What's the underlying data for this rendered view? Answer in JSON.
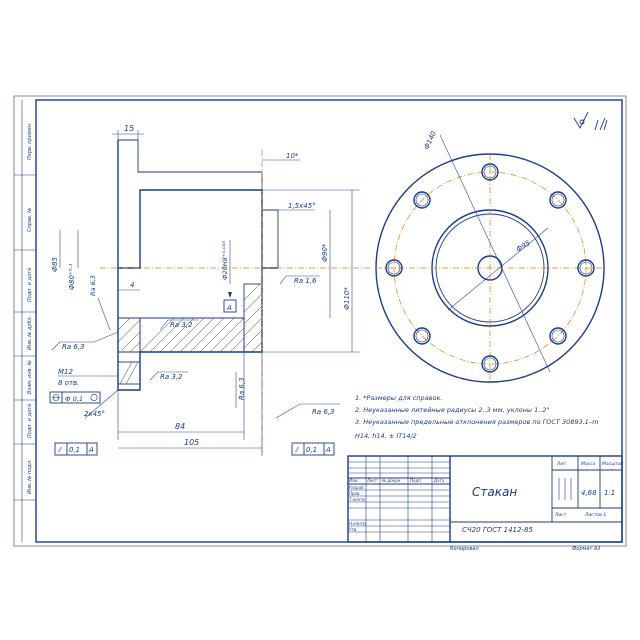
{
  "sidebar_labels": [
    "Перв. примен.",
    "Справ. №",
    "Подп. и дата",
    "Инв. № дубл.",
    "Взам. инв. №",
    "Подп. и дата",
    "Инв. № подл."
  ],
  "roughness_mark": "√(√)",
  "dims": {
    "d15": "15",
    "d10": "10*",
    "chamfer15": "1,5x45°",
    "d85": "Ф85",
    "d80": "Ф80⁺⁰·¹",
    "ra63a": "Ra 6,3",
    "d4": "4",
    "d20h8": "Ф20H8⁺⁰·⁰³³",
    "ra16": "Ra 1,6",
    "d90": "Ф90*",
    "d110": "Ф110*",
    "datumA": "A",
    "ra32a": "Ra 3,2",
    "ra63b": "Ra 6,3",
    "m12": "M12",
    "holes": "8 отв.",
    "pos": "Ф 0,1",
    "ra32b": "Ra 3,2",
    "chamfer2": "2x45°",
    "ra63c": "Ra 6,3",
    "ra63d": "Ra 6,3",
    "d84": "84",
    "d105": "105",
    "d140": "Ф140",
    "d95": "Ф95"
  },
  "tol_left": {
    "sym": "⫽",
    "val": "0,1",
    "datum": "A"
  },
  "tol_right": {
    "sym": "⫽",
    "val": "0,1",
    "datum": "A"
  },
  "notes": [
    "1. *Размеры для справок.",
    "2. Неуказанные литейные радиусы 2..3 мм, уклоны 1..2°",
    "3. Неуказанные предельные отклонения размеров по ГОСТ 30893.1–m",
    "H14, h14, ± IT14/2"
  ],
  "title_block": {
    "name": "Стакан",
    "material": "СЧ20 ГОСТ 1412-85",
    "lit": "Лит.",
    "mass_label": "Масса",
    "scale_label": "Масштаб",
    "mass": "4,68",
    "scale": "1:1",
    "sheet": "Лист",
    "sheets": "Листов 1",
    "rows": [
      "Изм.",
      "Лист",
      "№ докум.",
      "Подп.",
      "Дата"
    ],
    "roles": [
      "Разраб.",
      "Пров.",
      "Т.контр.",
      "",
      "Н.контр.",
      "Утв."
    ],
    "copied": "Копировал",
    "format": "Формат А3"
  }
}
